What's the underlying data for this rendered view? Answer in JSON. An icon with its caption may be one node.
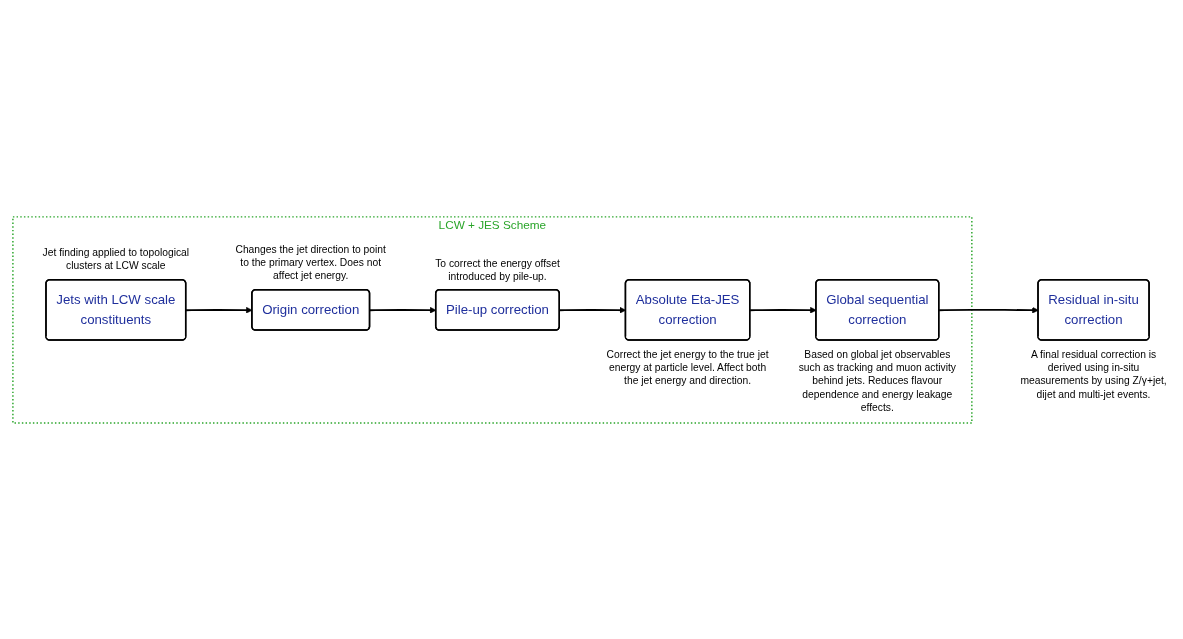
{
  "diagram": {
    "nodes": [
      {
        "text": [
          "LCW + JES Scheme"
        ]
      },
      {
        "text": [
          "Jets with LCW scale constituents"
        ],
        "in": 0,
        "beside": [
          "Jet finding applied to topological clusters at LCW scale"
        ]
      },
      {
        "text": [
          "Origin correction"
        ],
        "in": 0,
        "beside": [
          "Changes the jet direction to point to the primary vertex. Does not affect jet energy."
        ]
      },
      {
        "text": [
          "Pile-up correction"
        ],
        "in": 0,
        "beside": [
          "To correct the energy offset introduced by pile-up."
        ]
      },
      {
        "text": [
          "Absolute Eta-JES correction"
        ],
        "in": 0,
        "beside": [
          "Correct the jet energy to the true jet energy at particle level. Affect both the jet energy and direction."
        ]
      },
      {
        "text": [
          "Global sequential correction"
        ],
        "in": 0,
        "beside": [
          "Based on global jet observables such as tracking and muon activity behind jets. Reduces flavour dependence and energy leakage effects."
        ]
      },
      {
        "text": [
          "Residual in-situ correction"
        ],
        "beside": [
          "A final residual correction is derived using in-situ measurements by using Z/γ+jet, dijet and multi-jet events."
        ]
      }
    ],
    "edges": [
      {
        "from": 1,
        "to": 2,
        "arrow": "to"
      },
      {
        "from": 2,
        "to": 3,
        "arrow": "to"
      },
      {
        "from": 3,
        "to": 4,
        "arrow": "to"
      },
      {
        "from": 4,
        "to": 5,
        "arrow": "to"
      },
      {
        "from": 5,
        "to": 6,
        "arrow": "to"
      }
    ]
  }
}
